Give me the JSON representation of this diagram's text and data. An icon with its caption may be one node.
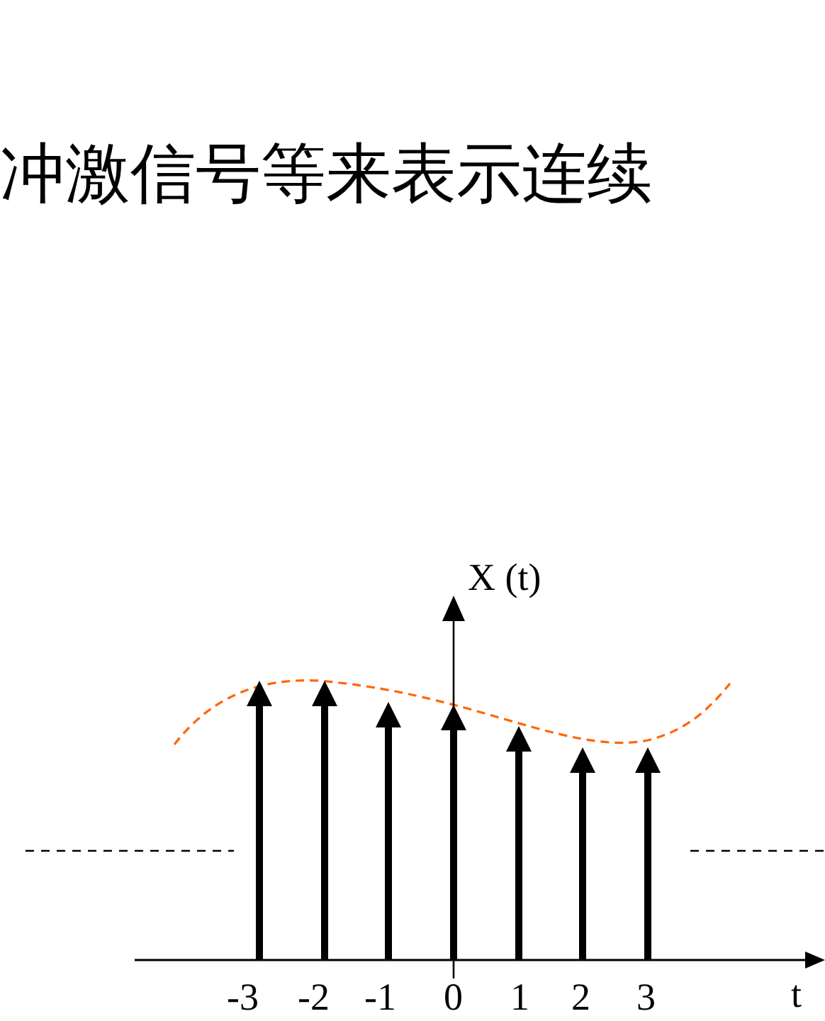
{
  "diagram": {
    "labels": [
      "冲激信号等来表示连续",
      "X (t)",
      "-3",
      "-2",
      "-1",
      "0",
      "1",
      "2",
      "3",
      "t"
    ]
  }
}
